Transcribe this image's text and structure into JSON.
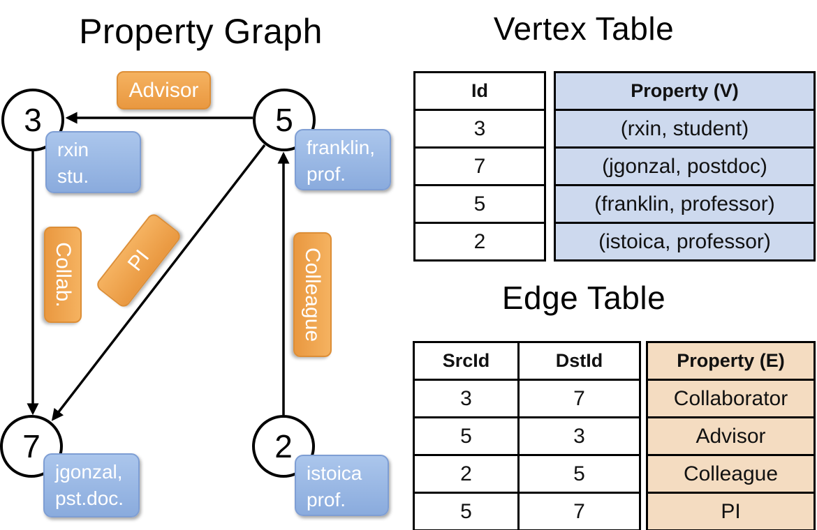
{
  "graph": {
    "title": "Property Graph",
    "nodes": [
      {
        "id": "3",
        "prop_line1": "rxin",
        "prop_line2": "stu."
      },
      {
        "id": "5",
        "prop_line1": "franklin,",
        "prop_line2": "prof."
      },
      {
        "id": "7",
        "prop_line1": "jgonzal,",
        "prop_line2": "pst.doc."
      },
      {
        "id": "2",
        "prop_line1": "istoica",
        "prop_line2": "prof."
      }
    ],
    "edge_labels": [
      {
        "text": "Advisor"
      },
      {
        "text": "Collab."
      },
      {
        "text": "PI"
      },
      {
        "text": "Colleague"
      }
    ]
  },
  "vertex_table": {
    "title": "Vertex Table",
    "id_header": "Id",
    "property_header": "Property (V)",
    "rows": [
      {
        "id": "3",
        "property": "(rxin, student)"
      },
      {
        "id": "7",
        "property": "(jgonzal, postdoc)"
      },
      {
        "id": "5",
        "property": "(franklin, professor)"
      },
      {
        "id": "2",
        "property": "(istoica, professor)"
      }
    ]
  },
  "edge_table": {
    "title": "Edge Table",
    "src_header": "SrcId",
    "dst_header": "DstId",
    "property_header": "Property (E)",
    "rows": [
      {
        "src": "3",
        "dst": "7",
        "property": "Collaborator"
      },
      {
        "src": "5",
        "dst": "3",
        "property": "Advisor"
      },
      {
        "src": "2",
        "dst": "5",
        "property": "Colleague"
      },
      {
        "src": "5",
        "dst": "7",
        "property": "PI"
      }
    ]
  },
  "colors": {
    "vertex_table_fill": "#cdd9ee",
    "edge_table_fill": "#f4dcc1",
    "orange_label": "#ee9f45",
    "blue_label": "#99b8e4",
    "line": "#000000"
  }
}
